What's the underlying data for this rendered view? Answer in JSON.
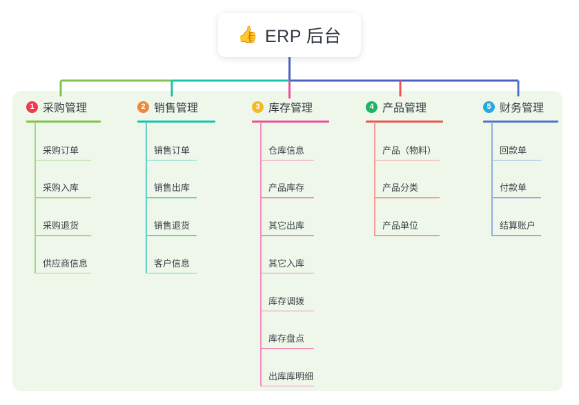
{
  "root": {
    "icon": "thumbs-up-icon",
    "emoji": "👍",
    "label": "ERP 后台"
  },
  "palette": {
    "panel_bg": "#eef7e9",
    "card_bg": "#ffffff",
    "text": "#32383f",
    "trunk": "#4a5fc1",
    "green": "#7ec34e",
    "teal": "#16c4ad",
    "pink": "#e8509a",
    "red": "#ef6a6a",
    "blue": "#4a74cf"
  },
  "columns": [
    {
      "index": "1",
      "title": "采购管理",
      "badge_color": "#ef3b52",
      "line_color": "#7ec34e",
      "item_line_color": "#a8d48a",
      "items": [
        {
          "label": "采购订单"
        },
        {
          "label": "采购入库"
        },
        {
          "label": "采购退货"
        },
        {
          "label": "供应商信息"
        }
      ]
    },
    {
      "index": "2",
      "title": "销售管理",
      "badge_color": "#f0883a",
      "line_color": "#16c4ad",
      "item_line_color": "#63d3c6",
      "items": [
        {
          "label": "销售订单"
        },
        {
          "label": "销售出库"
        },
        {
          "label": "销售退货"
        },
        {
          "label": "客户信息"
        }
      ]
    },
    {
      "index": "3",
      "title": "库存管理",
      "badge_color": "#f5b826",
      "line_color": "#e8509a",
      "item_line_color": "#ef8ebd",
      "items": [
        {
          "label": "仓库信息"
        },
        {
          "label": "产品库存"
        },
        {
          "label": "其它出库"
        },
        {
          "label": "其它入库"
        },
        {
          "label": "库存调拨"
        },
        {
          "label": "库存盘点"
        },
        {
          "label": "出库库明细"
        }
      ]
    },
    {
      "index": "4",
      "title": "产品管理",
      "badge_color": "#1eb464",
      "line_color": "#ef5350",
      "item_line_color": "#f49b96",
      "items": [
        {
          "label": "产品（物料）"
        },
        {
          "label": "产品分类"
        },
        {
          "label": "产品单位"
        }
      ]
    },
    {
      "index": "5",
      "title": "财务管理",
      "badge_color": "#29a8e0",
      "line_color": "#4a74cf",
      "item_line_color": "#8fafe2",
      "items": [
        {
          "label": "回款单"
        },
        {
          "label": "付款单"
        },
        {
          "label": "结算账户"
        }
      ]
    }
  ]
}
